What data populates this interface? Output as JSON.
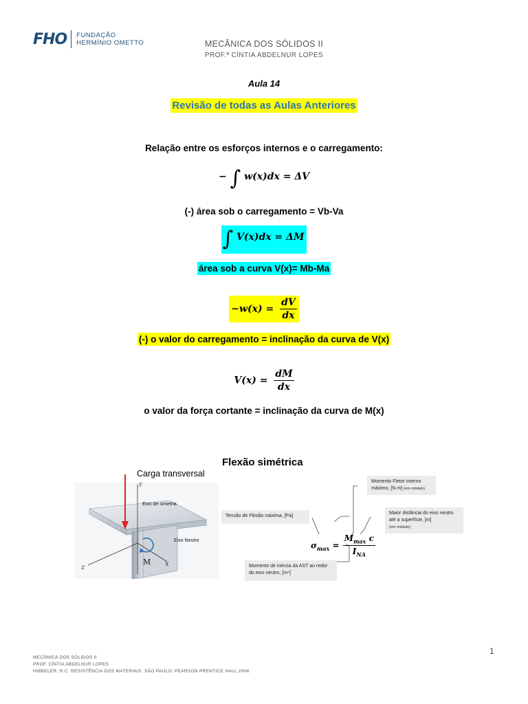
{
  "logo": {
    "mark": "FHO",
    "org_line1": "FUNDAÇÃO",
    "org_line2": "HERMÍNIO OMETTO"
  },
  "header": {
    "course": "MECÂNICA DOS SÓLIDOS II",
    "professor": "PROF.ª CÍNTIA ABDELNUR LOPES"
  },
  "lesson": "Aula 14",
  "review_title": "Revisão de todas as Aulas Anteriores",
  "relation_heading": "Relação entre os esforços internos e o carregamento:",
  "eq1": {
    "minus": "−",
    "integral": "∫",
    "body": "w(x)dx = ΔV"
  },
  "text_area_load": "(-) área sob o carregamento = Vb-Va",
  "eq2": {
    "integral": "∫",
    "body": "V(x)dx = ΔM"
  },
  "text_area_curve": "área sob a curva V(x)= Mb-Ma",
  "eq3": {
    "lhs": "−w(x) =",
    "num": "dV",
    "den": "dx"
  },
  "text_load_value": "(-) o valor do carregamento = inclinação da curva de V(x)",
  "eq4": {
    "lhs": "V(x) =",
    "num": "dM",
    "den": "dx"
  },
  "text_shear_value": "o valor da força cortante = inclinação da curva de M(x)",
  "flexao_title": "Flexão simétrica",
  "figure": {
    "carga_label": "Carga transversal",
    "eixo_simetria": "Eixo de simetria",
    "eixo_neutro": "Eixo Neutro",
    "axis_y": "y",
    "axis_z": "z",
    "axis_x": "x",
    "moment": "M"
  },
  "formula": {
    "sigma": "σ",
    "sigma_sub": "max",
    "eq": "=",
    "num_M": "M",
    "num_sub": "max",
    "num_c": "c",
    "den_I": "I",
    "den_sub": "NA"
  },
  "annotations": {
    "momento_fletor": "Momento Fletor interno máximo, [N.m]",
    "momento_fletor_note": "(em módulo)",
    "tensao": "Tensão de Flexão máxima, [Pa]",
    "maior_distancia": "Maior distância do eixo neutro até a superfície, [m]",
    "maior_distancia_note": "(em módulo)",
    "momento_inercia": "Momento de inércia da AST ao redor do eixo neutro, [m⁴]"
  },
  "footer": {
    "line1": "MECÂNICA DOS SÓLIDOS II",
    "line2": "PROF. CÍNTIA ABDELNUR LOPES",
    "line3": "HIBBELER, R.C. RESISTÊNCIA DOS MATERIAIS. SÃO PAULO: PEARSON PRENTICE HALL 2004."
  },
  "page_number": "1",
  "colors": {
    "brand": "#1f4e79",
    "title_blue": "#2e74b5",
    "highlight_yellow": "#ffff00",
    "highlight_cyan": "#00ffff"
  }
}
